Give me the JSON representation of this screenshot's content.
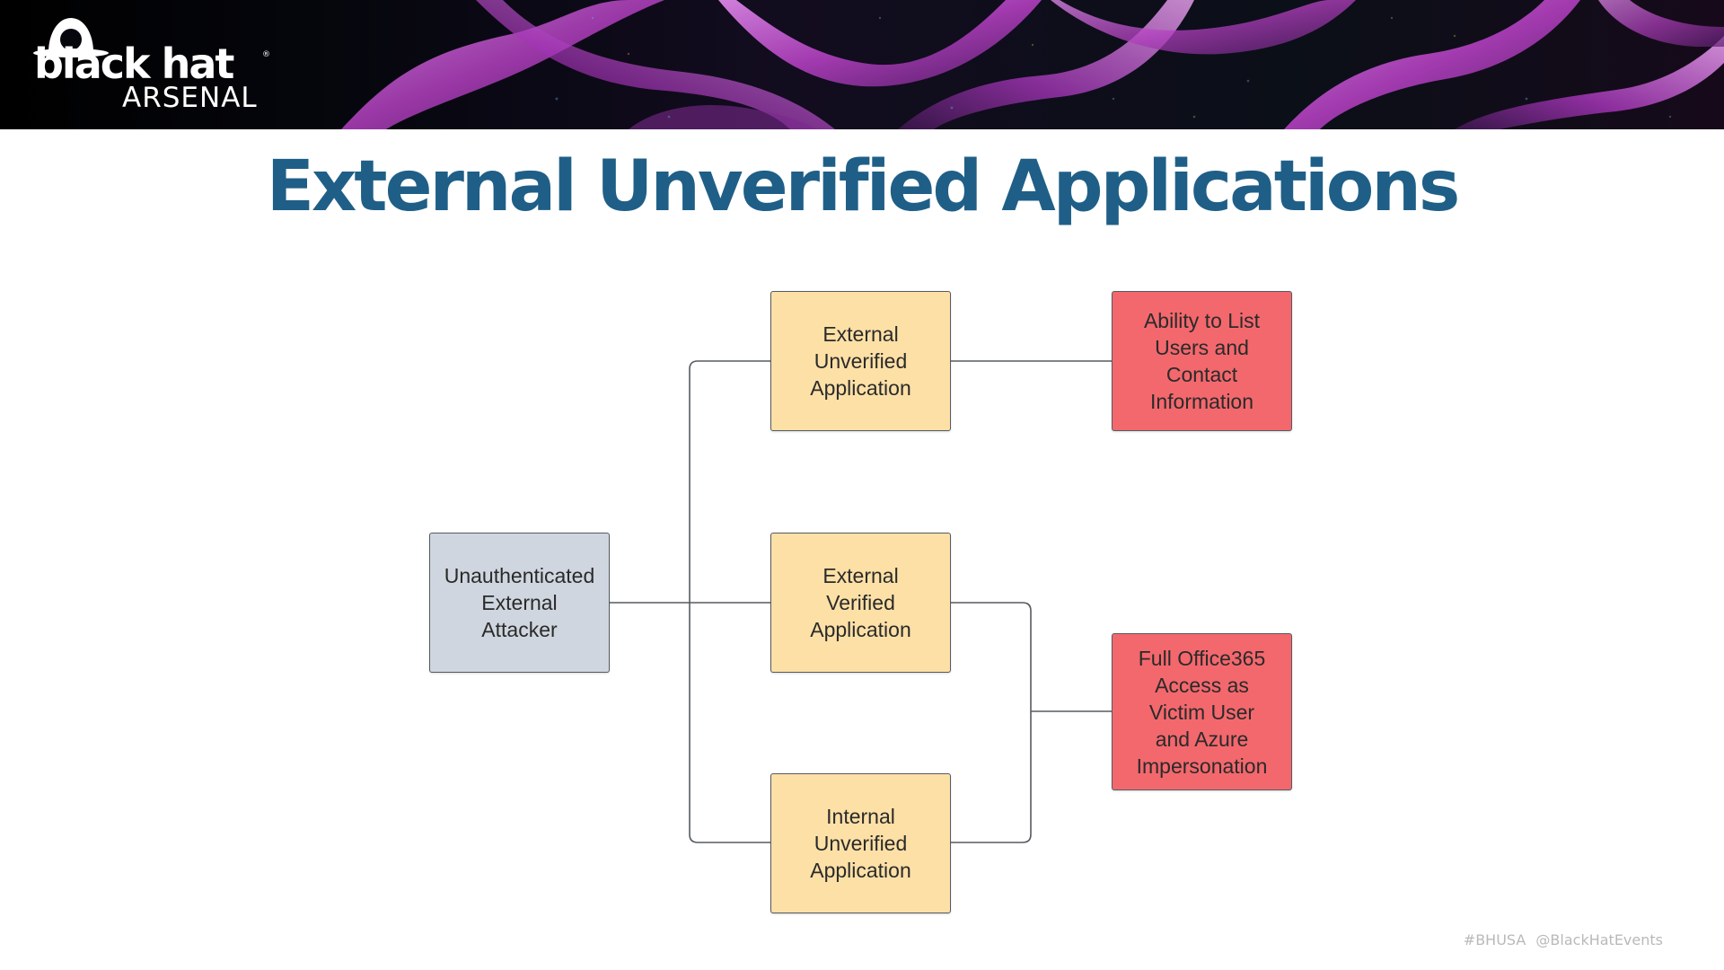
{
  "banner": {
    "logo_wordmark": "black hat",
    "logo_subtitle": "ARSENAL",
    "logo_registered": "®",
    "colors": {
      "background": "#05070d",
      "accent_magenta": "#c23fc7",
      "accent_violet": "#8a3fb3"
    }
  },
  "title": "External Unverified Applications",
  "diagram": {
    "nodes": {
      "attacker": "Unauthenticated\nExternal\nAttacker",
      "ext_unverified": "External\nUnverified\nApplication",
      "ext_verified": "External\nVerified\nApplication",
      "int_unverified": "Internal\nUnverified\nApplication",
      "list_users": "Ability to List\nUsers and\nContact\nInformation",
      "full_access": "Full Office365\nAccess as\nVictim User\nand Azure\nImpersonation"
    },
    "edges": [
      [
        "attacker",
        "ext_unverified"
      ],
      [
        "attacker",
        "ext_verified"
      ],
      [
        "attacker",
        "int_unverified"
      ],
      [
        "ext_unverified",
        "list_users"
      ],
      [
        "ext_verified",
        "full_access"
      ],
      [
        "int_unverified",
        "full_access"
      ]
    ],
    "colors": {
      "gray": "#cfd6df",
      "yellow": "#fde0a6",
      "red": "#f3686d",
      "connector": "#555b61"
    }
  },
  "footer": {
    "hashtag": "#BHUSA",
    "handle": "@BlackHatEvents"
  }
}
